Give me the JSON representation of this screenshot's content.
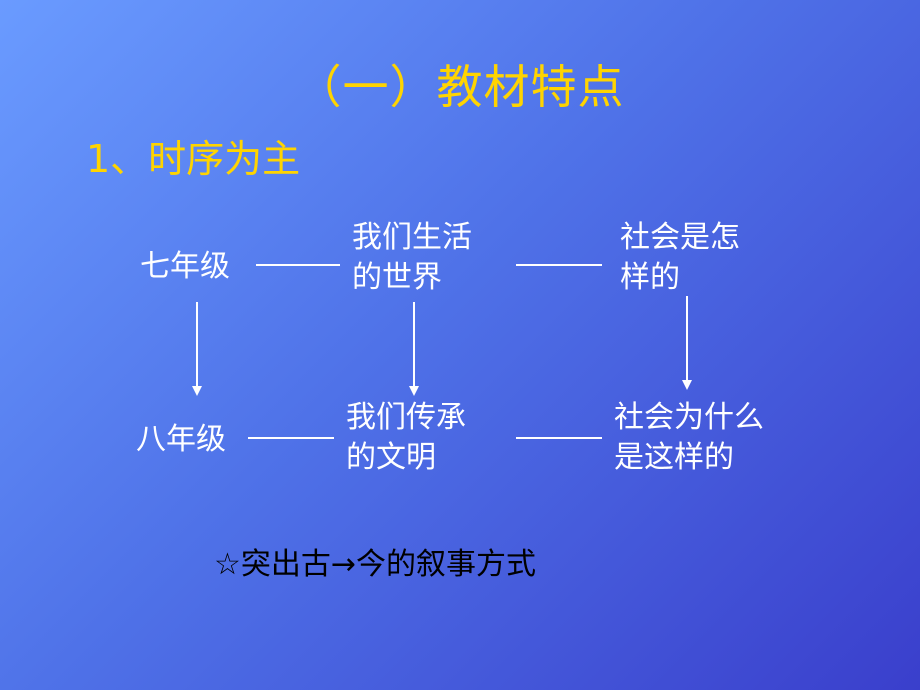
{
  "slide": {
    "title": "（一）教材特点",
    "subtitle": "1、时序为主",
    "diagram": {
      "row1": {
        "grade": "七年级",
        "theme_line1": "我们生活",
        "theme_line2": "的世界",
        "question_line1": "社会是怎",
        "question_line2": "样的"
      },
      "row2": {
        "grade": "八年级",
        "theme_line1": "我们传承",
        "theme_line2": "的文明",
        "question_line1": "社会为什么",
        "question_line2": "是这样的"
      }
    },
    "note": "☆突出古→今的叙事方式"
  },
  "colors": {
    "title": "#ffd400",
    "text": "#ffffff",
    "note": "#000000",
    "background_top": "#6a9bff",
    "background_bottom": "#3a3fcc"
  }
}
